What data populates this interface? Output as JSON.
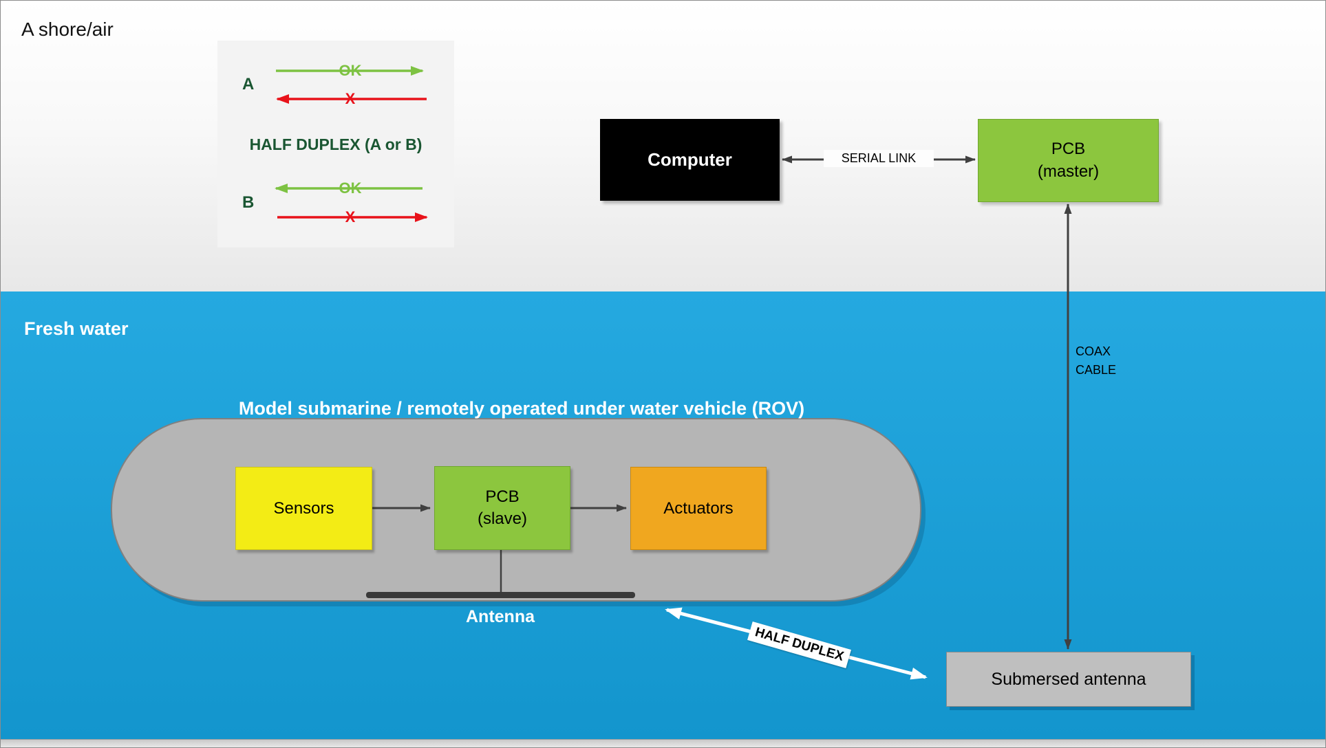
{
  "regions": {
    "shore_label": "A shore/air",
    "water_label": "Fresh water"
  },
  "legend": {
    "title": "HALF DUPLEX (A or B)",
    "row_a": {
      "label": "A",
      "ok_label": "OK",
      "fail_label": "X"
    },
    "row_b": {
      "label": "B",
      "ok_label": "OK",
      "fail_label": "X"
    }
  },
  "nodes": {
    "computer": {
      "label": "Computer"
    },
    "pcb_master": {
      "line1": "PCB",
      "line2": "(master)"
    },
    "sensors": {
      "label": "Sensors"
    },
    "pcb_slave": {
      "line1": "PCB",
      "line2": "(slave)"
    },
    "actuators": {
      "label": "Actuators"
    },
    "submersed_antenna": {
      "label": "Submersed antenna"
    }
  },
  "connections": {
    "serial_link_label": "SERIAL LINK",
    "coax_label_line1": "COAX",
    "coax_label_line2": "CABLE",
    "half_duplex_label": "HALF DUPLEX",
    "antenna_label": "Antenna"
  },
  "rov": {
    "title": "Model submarine / remotely operated under water vehicle (ROV)"
  },
  "colors": {
    "water_blue": "#1BA3DA",
    "node_green": "#8CC63E",
    "node_yellow": "#F3EC15",
    "node_orange": "#F0A71F",
    "submarine_gray": "#B5B5B5",
    "arrow_dark": "#404040",
    "ok_green": "#7DC242",
    "fail_red": "#E8121A",
    "legend_text_green": "#1A5632"
  }
}
